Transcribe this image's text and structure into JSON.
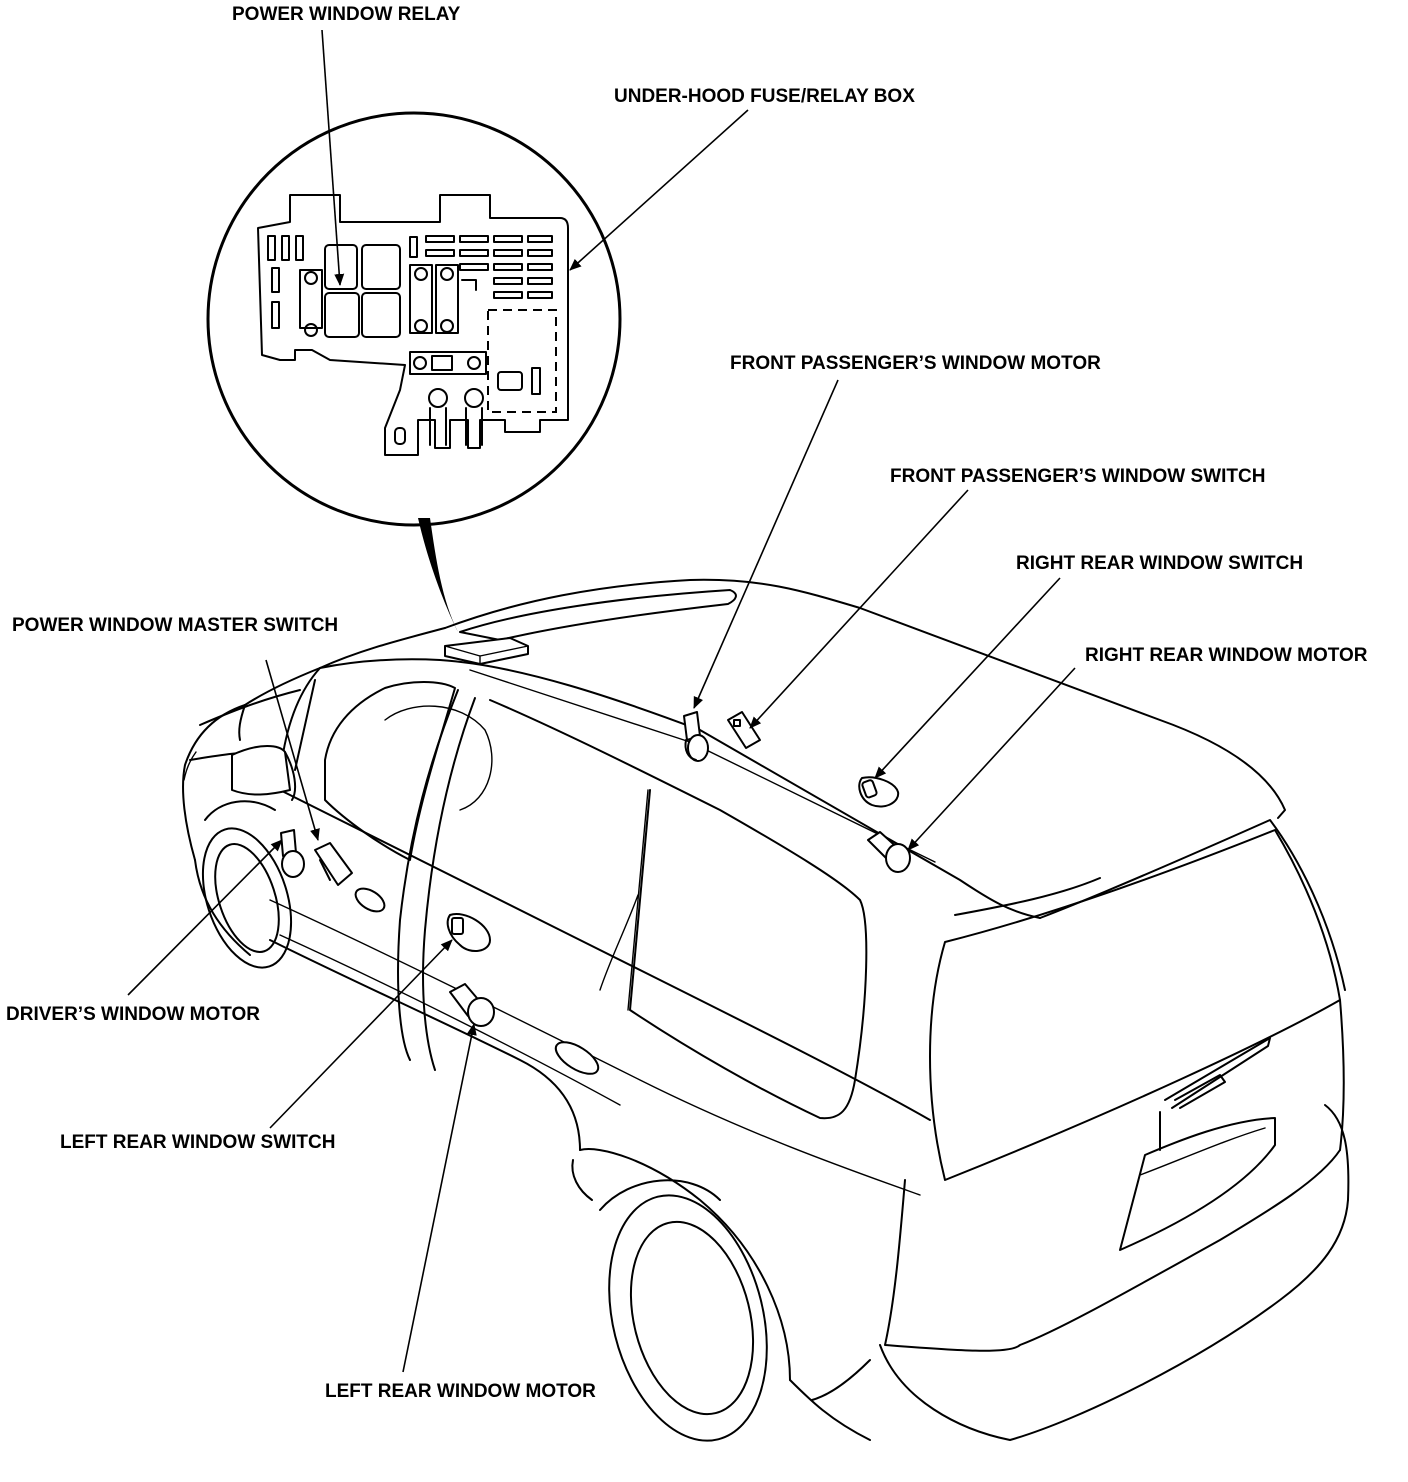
{
  "figure": {
    "callouts": {
      "power_window_relay": "POWER WINDOW RELAY",
      "under_hood_box": "UNDER-HOOD FUSE/RELAY BOX",
      "front_passenger_motor": "FRONT PASSENGER’S WINDOW MOTOR",
      "front_passenger_switch": "FRONT PASSENGER’S WINDOW SWITCH",
      "right_rear_switch": "RIGHT REAR WINDOW SWITCH",
      "right_rear_motor": "RIGHT REAR WINDOW MOTOR",
      "master_switch": "POWER WINDOW MASTER SWITCH",
      "driver_motor": "DRIVER’S WINDOW MOTOR",
      "left_rear_switch": "LEFT REAR WINDOW SWITCH",
      "left_rear_motor": "LEFT REAR WINDOW MOTOR"
    }
  }
}
